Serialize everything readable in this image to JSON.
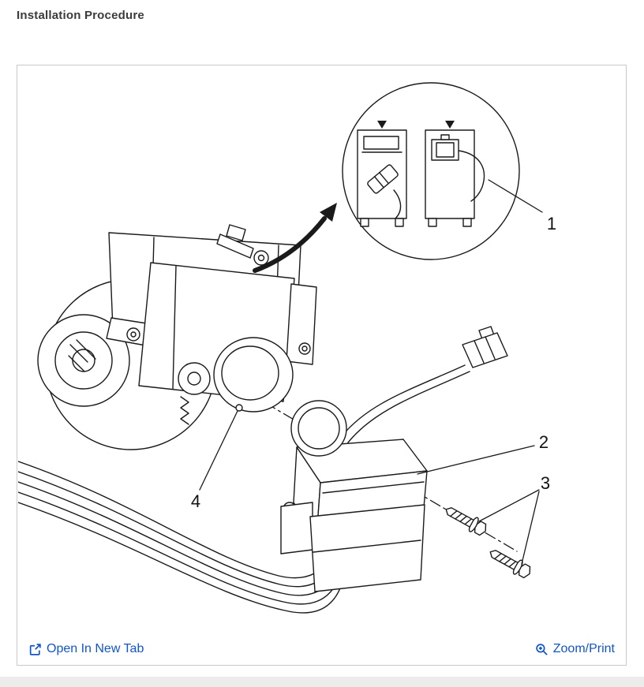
{
  "page": {
    "title": "Installation Procedure"
  },
  "figure": {
    "description": "Ignition switch installation diagram",
    "callouts": {
      "1": "1",
      "2": "2",
      "3": "3",
      "4": "4"
    }
  },
  "footer": {
    "open_in_new_tab": "Open In New Tab",
    "zoom_print": "Zoom/Print"
  },
  "colors": {
    "link": "#1155CC",
    "title_text": "#3B3B3B",
    "line_art": "#1A1A1A",
    "box_border": "#C9C9C9",
    "bottom_bar": "#ECECEC"
  },
  "icons": {
    "open_in_new_tab": "open-in-new-tab-icon",
    "zoom_print": "magnifier-plus-icon"
  }
}
